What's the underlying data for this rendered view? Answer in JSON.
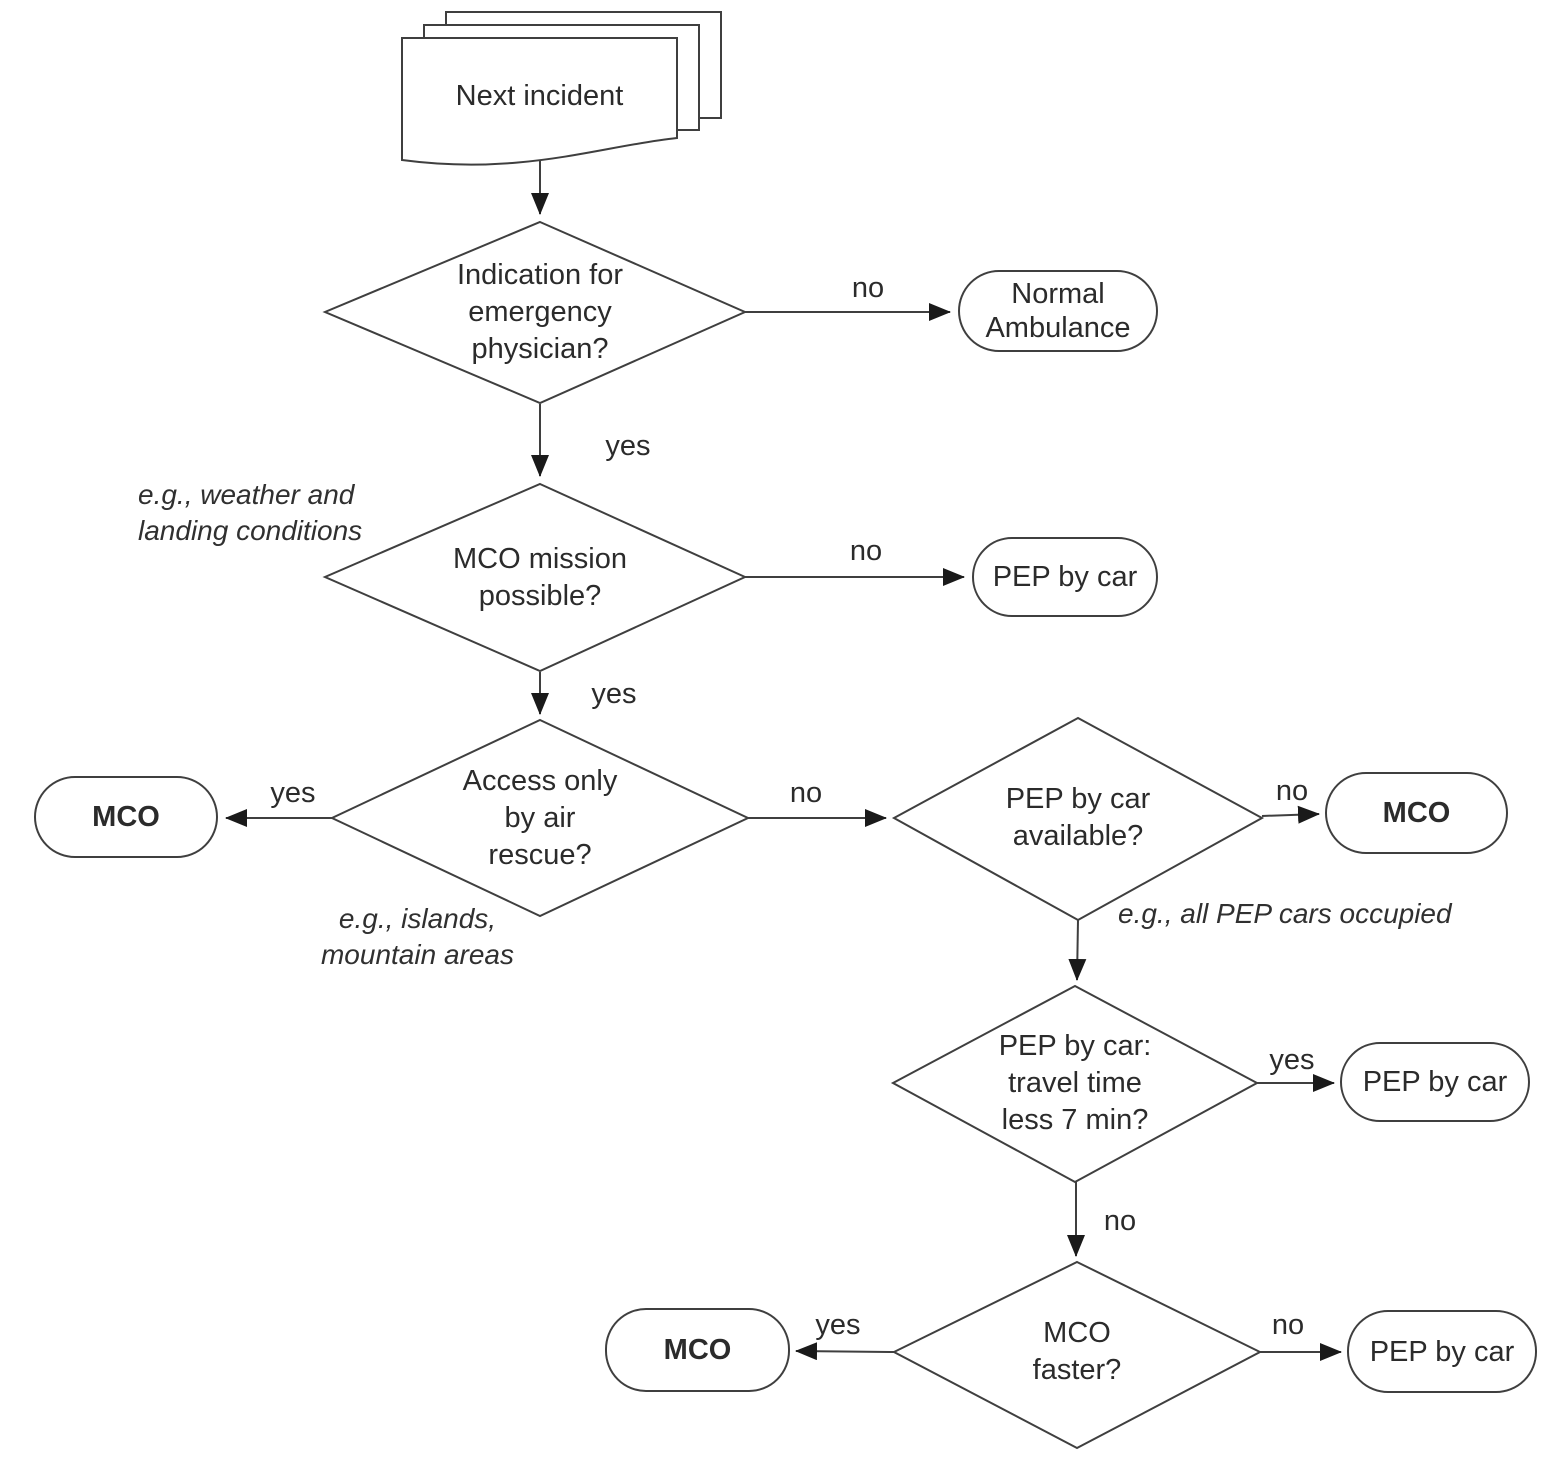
{
  "flowchart": {
    "nodes": {
      "next_incident": {
        "type": "document",
        "lines": [
          "Next incident"
        ]
      },
      "indication_physician": {
        "type": "decision",
        "lines": [
          "Indication for",
          "emergency",
          "physician?"
        ]
      },
      "normal_ambulance": {
        "type": "terminal",
        "lines": [
          "Normal",
          "Ambulance"
        ]
      },
      "mco_mission_possible": {
        "type": "decision",
        "lines": [
          "MCO mission",
          "possible?"
        ]
      },
      "pep_by_car_top": {
        "type": "terminal",
        "lines": [
          "PEP by car"
        ]
      },
      "access_air_rescue": {
        "type": "decision",
        "lines": [
          "Access only",
          "by air",
          "rescue?"
        ]
      },
      "mco_air_only": {
        "type": "terminal",
        "lines": [
          "MCO"
        ]
      },
      "pep_car_available": {
        "type": "decision",
        "lines": [
          "PEP by car",
          "available?"
        ]
      },
      "mco_not_available": {
        "type": "terminal",
        "lines": [
          "MCO"
        ]
      },
      "travel_time_less_7min": {
        "type": "decision",
        "lines": [
          "PEP by car:",
          "travel time",
          "less 7 min?"
        ]
      },
      "pep_by_car_fast": {
        "type": "terminal",
        "lines": [
          "PEP by car"
        ]
      },
      "mco_faster": {
        "type": "decision",
        "lines": [
          "MCO",
          "faster?"
        ]
      },
      "mco_faster_result": {
        "type": "terminal",
        "lines": [
          "MCO"
        ]
      },
      "pep_by_car_final": {
        "type": "terminal",
        "lines": [
          "PEP by car"
        ]
      }
    },
    "edge_labels": {
      "indication_no": "no",
      "indication_yes": "yes",
      "mco_mission_no": "no",
      "mco_mission_yes": "yes",
      "air_rescue_yes": "yes",
      "air_rescue_no": "no",
      "pep_available_no": "no",
      "travel_time_yes": "yes",
      "travel_time_no": "no",
      "mco_faster_yes": "yes",
      "mco_faster_no": "no"
    },
    "notes": {
      "weather_conditions": {
        "lines": [
          "e.g., weather and",
          "landing conditions"
        ]
      },
      "islands_mountains": {
        "lines": [
          "e.g., islands,",
          "mountain areas"
        ]
      },
      "pep_cars_occupied": {
        "lines": [
          "e.g., all PEP cars occupied"
        ]
      }
    },
    "colors": {
      "background": "#ffffff",
      "line": "#3f3f3f",
      "arrowhead": "#1a1a1a",
      "text": "#2b2b2b"
    }
  }
}
